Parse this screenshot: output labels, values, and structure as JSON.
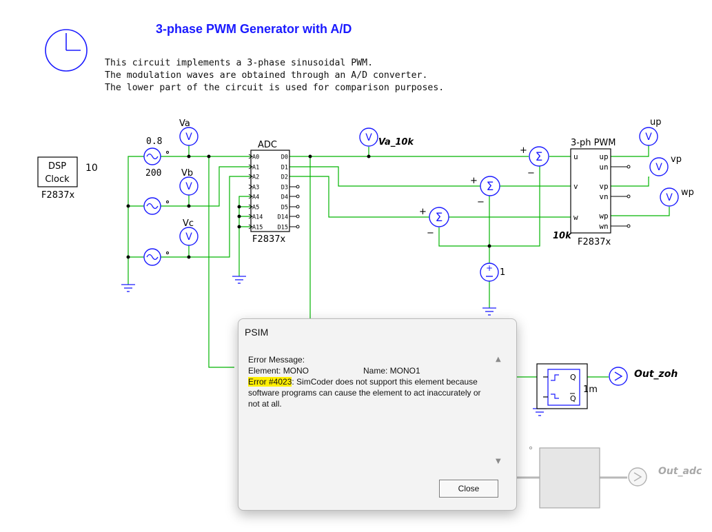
{
  "schematic": {
    "title": "3-phase PWM Generator with A/D",
    "description": [
      "This circuit implements a 3-phase sinusoidal PWM.",
      "The modulation waves are obtained through an A/D converter.",
      "The lower part of the circuit is used for comparison purposes."
    ],
    "dsp_clock": {
      "line1": "DSP",
      "line2": "Clock",
      "frequency": "10",
      "target": "F2837x"
    },
    "source_amplitude": "0.8",
    "source_frequency": "200",
    "voltmeters": {
      "va": "Va",
      "vb": "Vb",
      "vc": "Vc",
      "va_10k": "Va_10k",
      "up": "up",
      "vp": "vp",
      "wp": "wp",
      "out_zoh": "Out_zoh",
      "out_adc": "Out_adc"
    },
    "adc": {
      "title": "ADC",
      "inputs": [
        "A0",
        "A1",
        "A2",
        "A3",
        "A4",
        "A5",
        "A14",
        "A15"
      ],
      "outputs": [
        "D0",
        "D1",
        "D2",
        "D3",
        "D4",
        "D5",
        "D14",
        "D15"
      ],
      "target": "F2837x"
    },
    "pwm": {
      "title": "3-ph PWM",
      "inputs": [
        "u",
        "v",
        "w"
      ],
      "outputs": [
        "up",
        "un",
        "vp",
        "vn",
        "wp",
        "wn"
      ],
      "frequency": "10k",
      "target": "F2837x"
    },
    "dc_source_value": "1",
    "mono": {
      "q": "Q",
      "qbar": "Q",
      "time": "1m"
    },
    "sign_plus": "+",
    "sign_minus": "−",
    "voltmeter_symbol": "V",
    "summer_symbol": "Σ"
  },
  "dialog": {
    "title": "PSIM",
    "line1": "Error Message:",
    "element_label": "Element: MONO",
    "name_label": "Name: MONO1",
    "error_code": "Error #4023",
    "error_text": ": SimCoder does not support this element because software programs can cause the element to act inaccurately or not at all.",
    "close_label": "Close"
  },
  "colors": {
    "wire": "#00b400",
    "component": "#1a1aff",
    "title": "#1a1aff",
    "highlight": "#ffee00"
  }
}
